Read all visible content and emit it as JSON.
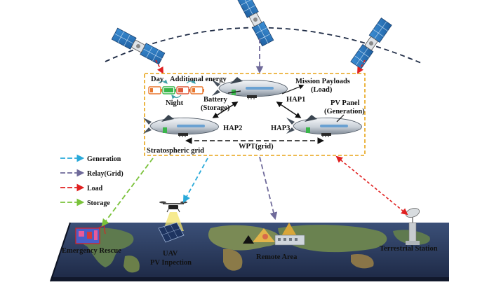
{
  "labels": {
    "day": "Day",
    "additional_energy": "Additional energy",
    "night": "Night",
    "mission_payloads_1": "Mission Payloads",
    "mission_payloads_2": "(Load)",
    "battery_1": "Battery",
    "battery_2": "(Storage)",
    "hap1": "HAP1",
    "hap2": "HAP2",
    "hap3": "HAP3",
    "pv_panel_1": "PV Panel",
    "pv_panel_2": "(Generation)",
    "wpt": "WPT(grid)",
    "stratospheric_grid": "Stratospheric grid",
    "emergency_rescue": "Emergency Rescue",
    "uav": "UAV",
    "pv_inspection": "PV Inpection",
    "remote_area": "Remote Area",
    "terrestrial_station": "Terrestrial Station"
  },
  "legend": [
    {
      "label": "Generation",
      "color": "#29a9d9"
    },
    {
      "label": "Relay(Grid)",
      "color": "#6f6a9a"
    },
    {
      "label": "Load",
      "color": "#e02020"
    },
    {
      "label": "Storage",
      "color": "#7ac23a"
    }
  ],
  "colors": {
    "orbit": "#1d2a44",
    "grid_box_border": "#e8a417",
    "battery_low": "#e8772e",
    "battery_full": "#39b54a",
    "battery_mid": "#e05a3a",
    "earth_ocean": "#2d3e63",
    "earth_land": "#5e7a4e"
  }
}
